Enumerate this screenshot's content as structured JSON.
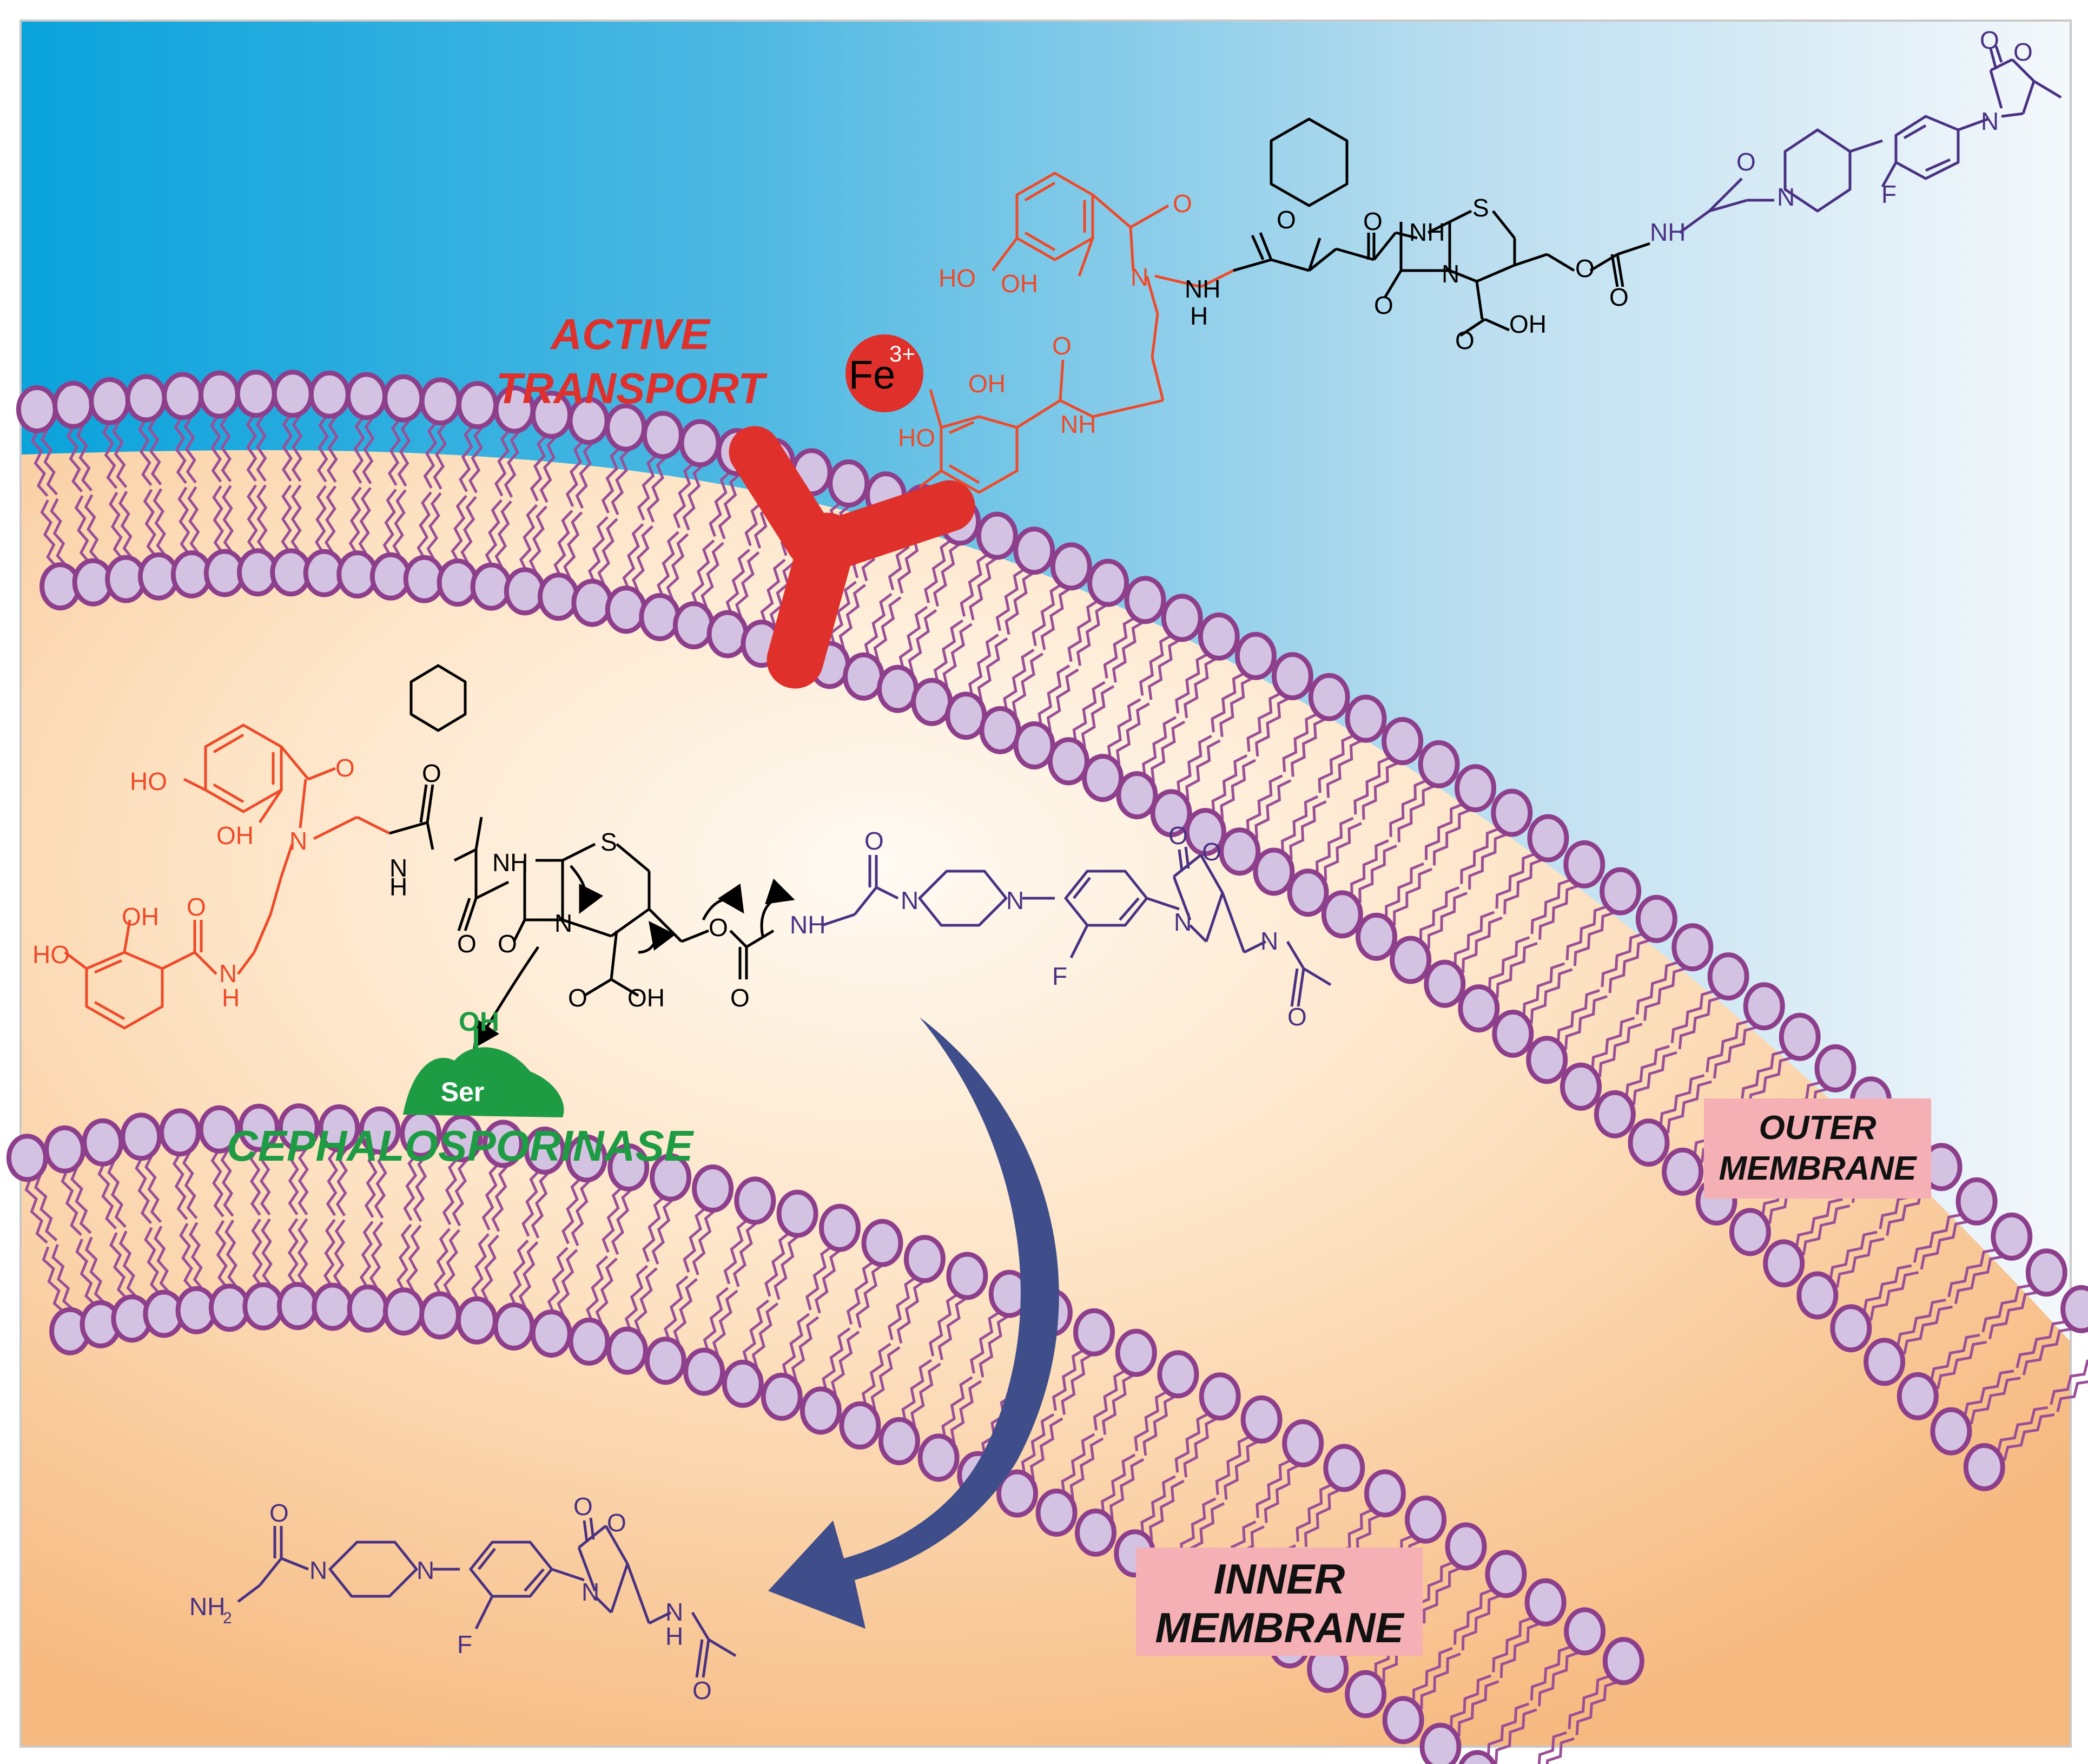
{
  "labels": {
    "active_transport_line1": "ACTIVE",
    "active_transport_line2": "TRANSPORT",
    "iron": "Fe",
    "iron_charge": "3+",
    "enzyme_residue": "Ser",
    "enzyme_hydroxyl": "OH",
    "enzyme_name": "CEPHALOSPORINASE",
    "outer_membrane_line1": "OUTER",
    "outer_membrane_line2": "MEMBRANE",
    "inner_membrane_line1": "INNER",
    "inner_membrane_line2": "MEMBRANE"
  },
  "atoms": {
    "HO": "HO",
    "OH": "OH",
    "O": "O",
    "N": "N",
    "NH": "NH",
    "H": "H",
    "S": "S",
    "F": "F",
    "NH2": "NH",
    "sub2": "2"
  },
  "colors": {
    "extracellular_top": "#0aa3dc",
    "extracellular_fade": "#f4f8fb",
    "periplasm": "#f9c893",
    "periplasm_center": "#fff8ef",
    "lipid_head_fill": "#d4c2e2",
    "lipid_head_stroke": "#8e3f8c",
    "lipid_tail": "#9a4f97",
    "transporter": "#e0302b",
    "siderophore_part": "#ee4a2a",
    "cephalosporin_core": "#000000",
    "oxazolidinone_part": "#4a3183",
    "enzyme": "#1e9c43",
    "arrow": "#3f4e8b",
    "label_box": "#f4b0b4"
  },
  "icons": {
    "transporter": "y-shaped-transporter-icon",
    "iron": "iron-ion-icon",
    "enzyme": "serine-enzyme-blob-icon",
    "release_arrow": "curved-arrow-icon"
  }
}
